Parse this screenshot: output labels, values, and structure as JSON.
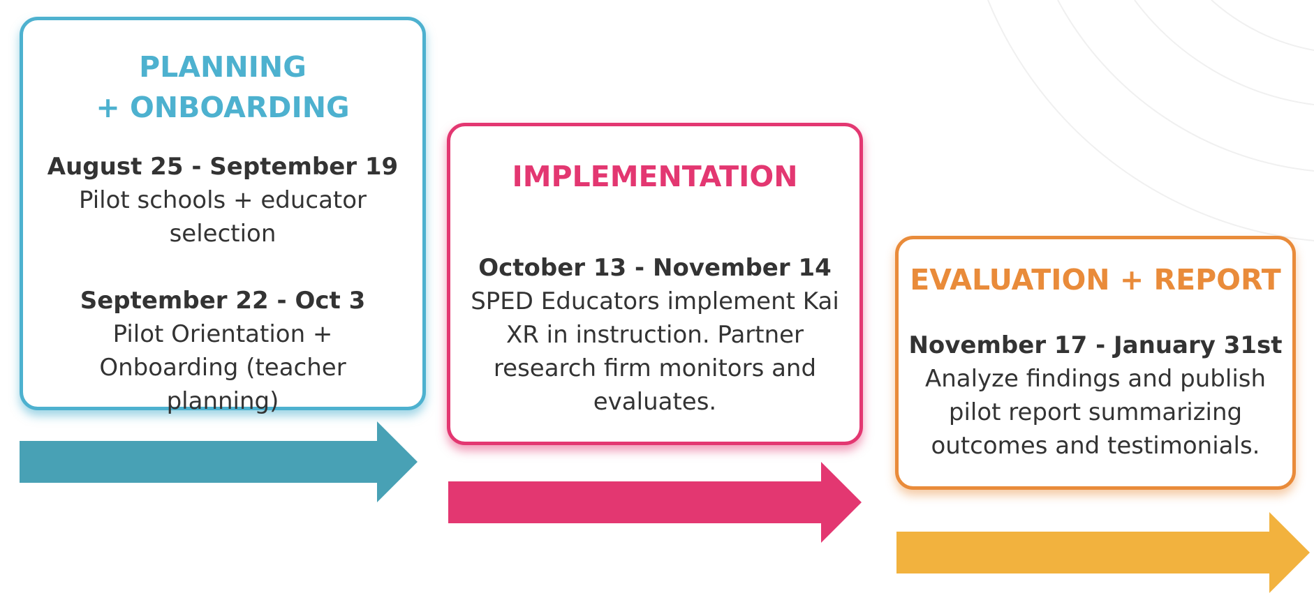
{
  "colors": {
    "planning": "#4db1cf",
    "planning_arrow": "#48a1b5",
    "implementation": "#e33771",
    "evaluation": "#e98b3a",
    "evaluation_arrow": "#f2b23e",
    "text": "#333333"
  },
  "phases": [
    {
      "title_lines": [
        "PLANNING",
        "+ ONBOARDING"
      ],
      "entries": [
        {
          "date": "August 25 - September 19",
          "description": "Pilot schools + educator selection"
        },
        {
          "date": "September 22 - Oct 3",
          "description": "Pilot Orientation + Onboarding (teacher planning)"
        }
      ]
    },
    {
      "title_lines": [
        "IMPLEMENTATION"
      ],
      "entries": [
        {
          "date": "October 13 - November 14",
          "description": "SPED Educators implement Kai XR in instruction. Partner research firm monitors and evaluates."
        }
      ]
    },
    {
      "title_lines": [
        "EVALUATION + REPORT"
      ],
      "entries": [
        {
          "date": "November 17 - January 31st",
          "description": "Analyze findings and publish pilot report summarizing outcomes and testimonials."
        }
      ]
    }
  ]
}
